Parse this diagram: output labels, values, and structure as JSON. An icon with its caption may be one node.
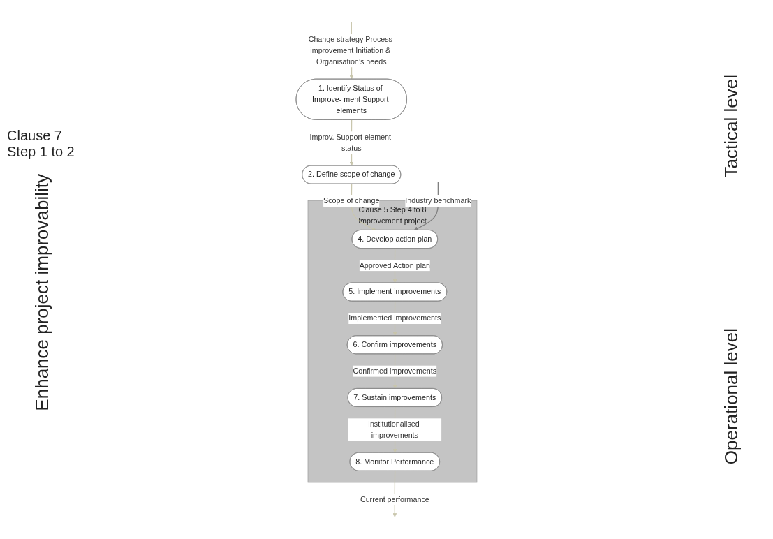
{
  "diagram": {
    "nodes": [
      {
        "text": [
          "1. Identify Status of Improve- ment Support elements"
        ]
      },
      {
        "text": [
          "2. Define scope of change"
        ]
      },
      {
        "text": [
          "Clause 5 Step 4 to 8",
          "Improvement project"
        ]
      },
      {
        "text": [
          "4. Develop action plan"
        ],
        "in": 2
      },
      {
        "text": [
          "5. Implement improvements"
        ],
        "in": 2
      },
      {
        "text": [
          "6. Confirm improvements"
        ],
        "in": 2
      },
      {
        "text": [
          "7. Sustain improvements"
        ],
        "in": 2
      },
      {
        "text": [
          "8. Monitor Performance"
        ],
        "in": 2
      }
    ],
    "edges": [
      {
        "from": null,
        "to": 0,
        "arrow": "to",
        "label": "Change strategy Process improvement Initiation & Organisation’s needs"
      },
      {
        "from": 0,
        "to": 1,
        "arrow": "to",
        "label": "Improv. Support element status"
      },
      {
        "from": 1,
        "to": 3,
        "arrow": "to",
        "label": "Scope of change"
      },
      {
        "from": null,
        "to": 3,
        "arrow": "to",
        "label": "Industry benchmark",
        "color": "#808080"
      },
      {
        "from": 3,
        "to": 4,
        "arrow": "to",
        "label": "Approved Action plan"
      },
      {
        "from": 4,
        "to": 5,
        "arrow": "to",
        "label": "Implemented improvements"
      },
      {
        "from": 5,
        "to": 6,
        "arrow": "to",
        "label": "Confirmed improvements"
      },
      {
        "from": 6,
        "to": 7,
        "arrow": "to",
        "label": "Institutionalised improvements"
      },
      {
        "from": 7,
        "to": null,
        "arrow": "to",
        "label": "Current performance"
      }
    ],
    "labels": [
      "Clause 7 Step 1 to 2",
      "Enhance project improvability",
      "Tactical level",
      "Operational level"
    ]
  }
}
